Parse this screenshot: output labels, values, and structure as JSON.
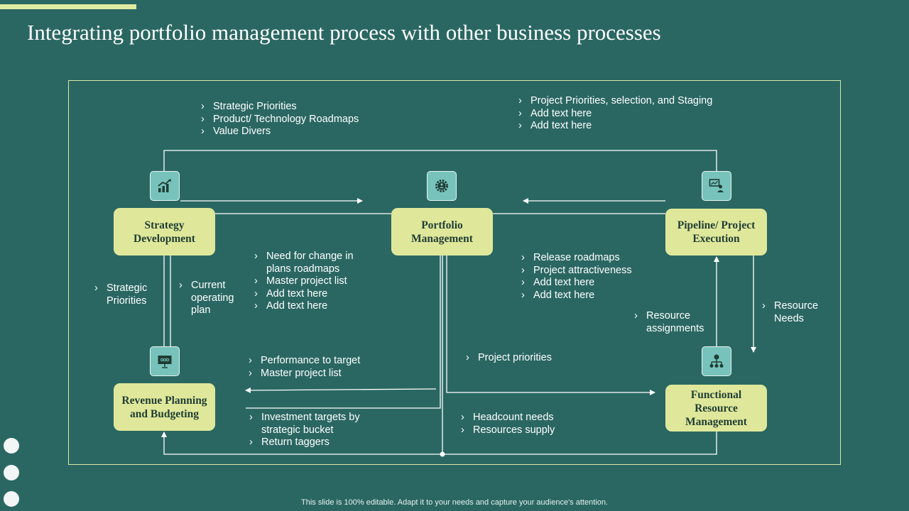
{
  "title": "Integrating portfolio management process with other business processes",
  "footer": "This slide is 100% editable. Adapt it to your needs and capture your audience's attention.",
  "colors": {
    "background": "#2a6762",
    "node": "#dfe89a",
    "accent": "#dfeaa0",
    "icon_bg": "#77c3bc",
    "node_text": "#1f3d35"
  },
  "nodes": {
    "strategy": {
      "label": "Strategy Development",
      "icon": "growth-chart-icon"
    },
    "portfolio": {
      "label": "Portfolio Management",
      "icon": "gear-icon"
    },
    "pipeline": {
      "label": "Pipeline/ Project Execution",
      "icon": "presentation-icon"
    },
    "revenue": {
      "label": "Revenue Planning and Budgeting",
      "icon": "board-icon"
    },
    "functional": {
      "label": "Functional Resource Management",
      "icon": "org-chart-icon"
    }
  },
  "lists": {
    "top_left": [
      "Strategic Priorities",
      "Product/ Technology Roadmaps",
      "Value Divers"
    ],
    "top_right": [
      "Project Priorities, selection, and Staging",
      "Add text here",
      "Add text here"
    ],
    "strategic_priorities": [
      "Strategic Priorities"
    ],
    "current_plan": [
      "Current operating plan"
    ],
    "need_for_change": [
      "Need for change in plans roadmaps",
      "Master project list",
      "Add text here",
      "Add text here"
    ],
    "release_roadmaps": [
      "Release roadmaps",
      "Project attractiveness",
      "Add text here",
      "Add text here"
    ],
    "resource_assignments": [
      "Resource assignments"
    ],
    "resource_needs": [
      "Resource Needs"
    ],
    "performance": [
      "Performance to target",
      "Master project list"
    ],
    "project_priorities": [
      "Project priorities"
    ],
    "investment": [
      "Investment targets by strategic bucket",
      "Return taggers"
    ],
    "headcount": [
      "Headcount needs",
      "Resources supply"
    ]
  }
}
